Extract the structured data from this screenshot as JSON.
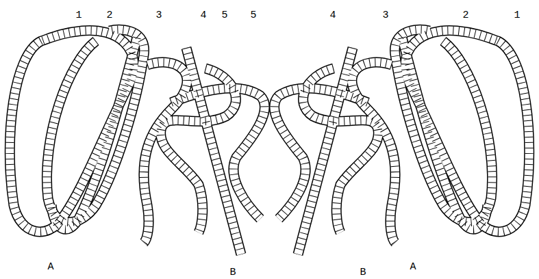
{
  "diagram": {
    "labels": [
      "1",
      "2",
      "3",
      "4",
      "5",
      "5",
      "4",
      "3",
      "2",
      "1",
      "A",
      "B",
      "B",
      "A"
    ]
  }
}
